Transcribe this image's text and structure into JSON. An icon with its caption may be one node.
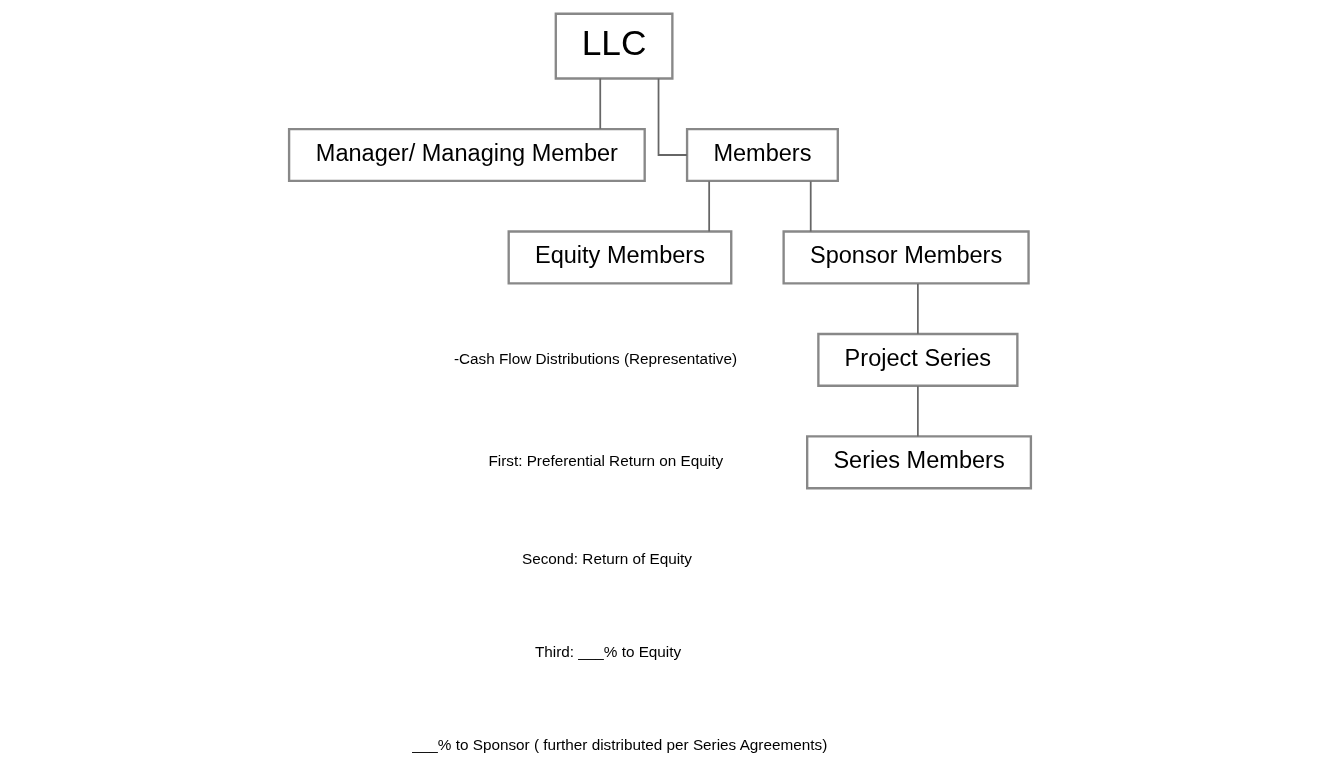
{
  "diagram": {
    "nodes": [
      {
        "text": [
          "LLC"
        ]
      },
      {
        "text": [
          "Manager/ Managing Member"
        ]
      },
      {
        "text": [
          "Members"
        ]
      },
      {
        "text": [
          "Equity Members"
        ]
      },
      {
        "text": [
          "Sponsor Members"
        ]
      },
      {
        "text": [
          "Project Series"
        ]
      },
      {
        "text": [
          "Series Members"
        ]
      }
    ],
    "edges": [
      {
        "from": 0,
        "to": 1,
        "arrow": "none"
      },
      {
        "from": 0,
        "to": 2,
        "arrow": "none"
      },
      {
        "from": 2,
        "to": 3,
        "arrow": "none"
      },
      {
        "from": 2,
        "to": 4,
        "arrow": "none"
      },
      {
        "from": 4,
        "to": 5,
        "arrow": "none"
      },
      {
        "from": 5,
        "to": 6,
        "arrow": "none"
      }
    ],
    "labels": [
      "-Cash Flow Distributions (Representative)",
      "First: Preferential Return on Equity",
      "Second: Return of Equity",
      "Third: ___% to Equity",
      "___% to Sponsor ( further distributed per Series Agreements)"
    ]
  }
}
